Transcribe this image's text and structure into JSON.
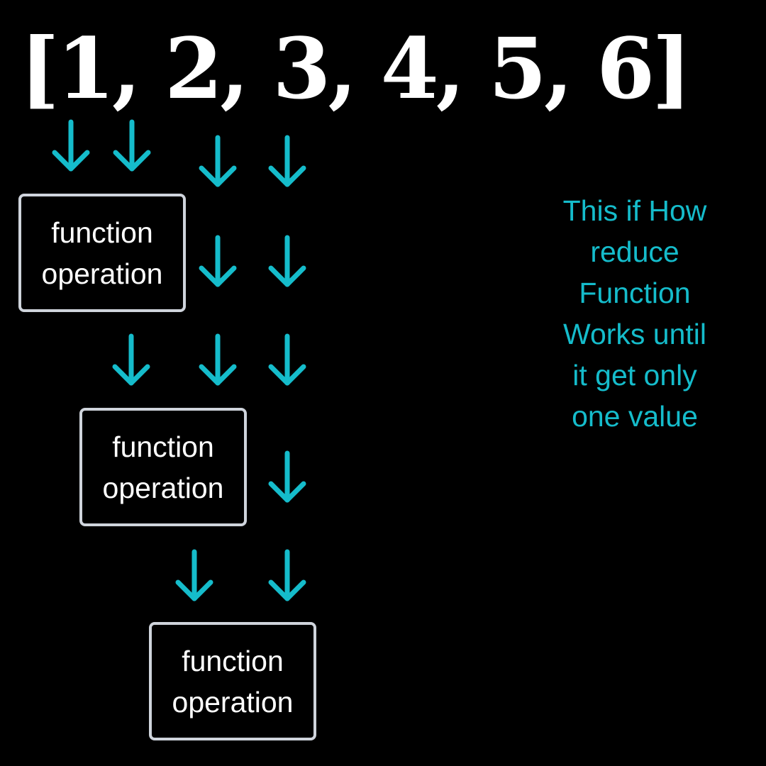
{
  "array_label": "[1, 2, 3, 4, 5, 6]",
  "boxes": [
    {
      "line1": "function",
      "line2": "operation"
    },
    {
      "line1": "function",
      "line2": "operation"
    },
    {
      "line1": "function",
      "line2": "operation"
    }
  ],
  "note": {
    "lines": [
      "This if How",
      "reduce",
      "Function",
      "Works until",
      "it get only",
      "one value"
    ]
  },
  "colors": {
    "background": "#000000",
    "text": "#ffffff",
    "accent": "#15bccb",
    "box_border": "#cfd4dc"
  },
  "icons": {
    "arrow": "arrow-down-icon"
  }
}
